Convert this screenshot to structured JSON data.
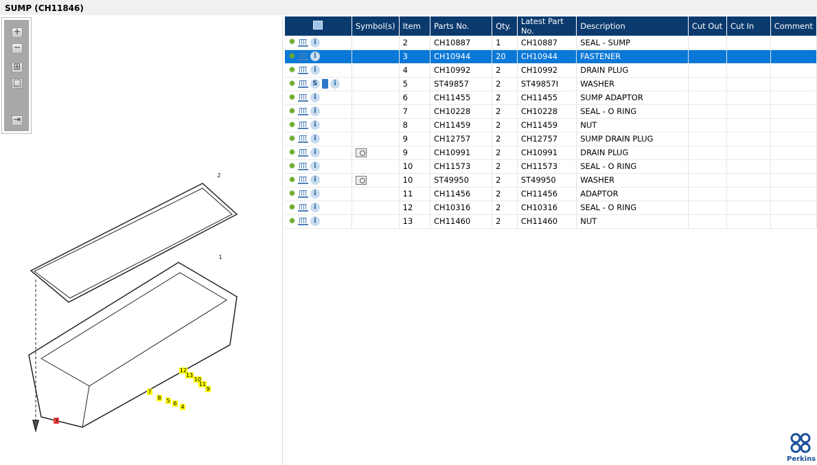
{
  "title": "SUMP (CH11846)",
  "toolbar": {
    "zoom_in": "+",
    "zoom_out": "−",
    "fit": "⊞",
    "actual": "□",
    "export": "⇥"
  },
  "diagram": {
    "callouts": [
      "2",
      "1",
      "12",
      "13",
      "10",
      "11",
      "9",
      "7",
      "8",
      "5",
      "6",
      "4",
      "3"
    ]
  },
  "table": {
    "headers": [
      "",
      "Symbol(s)",
      "Item",
      "Parts No.",
      "Qty.",
      "Latest Part No.",
      "Description",
      "Cut Out",
      "Cut In",
      "Comment"
    ],
    "rows": [
      {
        "item": "2",
        "part": "CH10887",
        "qty": "1",
        "latest": "CH10887",
        "desc": "SEAL - SUMP",
        "extra": false,
        "sym": false
      },
      {
        "item": "3",
        "part": "CH10944",
        "qty": "20",
        "latest": "CH10944",
        "desc": "FASTENER",
        "extra": false,
        "sym": false,
        "selected": true
      },
      {
        "item": "4",
        "part": "CH10992",
        "qty": "2",
        "latest": "CH10992",
        "desc": "DRAIN PLUG",
        "extra": false,
        "sym": false
      },
      {
        "item": "5",
        "part": "ST49857",
        "qty": "2",
        "latest": "ST49857I",
        "desc": "WASHER",
        "extra": true,
        "sym": false
      },
      {
        "item": "6",
        "part": "CH11455",
        "qty": "2",
        "latest": "CH11455",
        "desc": "SUMP ADAPTOR",
        "extra": false,
        "sym": false
      },
      {
        "item": "7",
        "part": "CH10228",
        "qty": "2",
        "latest": "CH10228",
        "desc": "SEAL - O RING",
        "extra": false,
        "sym": false
      },
      {
        "item": "8",
        "part": "CH11459",
        "qty": "2",
        "latest": "CH11459",
        "desc": "NUT",
        "extra": false,
        "sym": false
      },
      {
        "item": "9",
        "part": "CH12757",
        "qty": "2",
        "latest": "CH12757",
        "desc": "SUMP DRAIN PLUG",
        "extra": false,
        "sym": false
      },
      {
        "item": "9",
        "part": "CH10991",
        "qty": "2",
        "latest": "CH10991",
        "desc": "DRAIN PLUG",
        "extra": false,
        "sym": true
      },
      {
        "item": "10",
        "part": "CH11573",
        "qty": "2",
        "latest": "CH11573",
        "desc": "SEAL - O RING",
        "extra": false,
        "sym": false
      },
      {
        "item": "10",
        "part": "ST49950",
        "qty": "2",
        "latest": "ST49950",
        "desc": "WASHER",
        "extra": false,
        "sym": true
      },
      {
        "item": "11",
        "part": "CH11456",
        "qty": "2",
        "latest": "CH11456",
        "desc": "ADAPTOR",
        "extra": false,
        "sym": false
      },
      {
        "item": "12",
        "part": "CH10316",
        "qty": "2",
        "latest": "CH10316",
        "desc": "SEAL - O RING",
        "extra": false,
        "sym": false
      },
      {
        "item": "13",
        "part": "CH11460",
        "qty": "2",
        "latest": "CH11460",
        "desc": "NUT",
        "extra": false,
        "sym": false
      }
    ]
  },
  "logo": {
    "text": "Perkins"
  },
  "colors": {
    "header": "#0b3a6e",
    "selected": "#0a78d7"
  }
}
